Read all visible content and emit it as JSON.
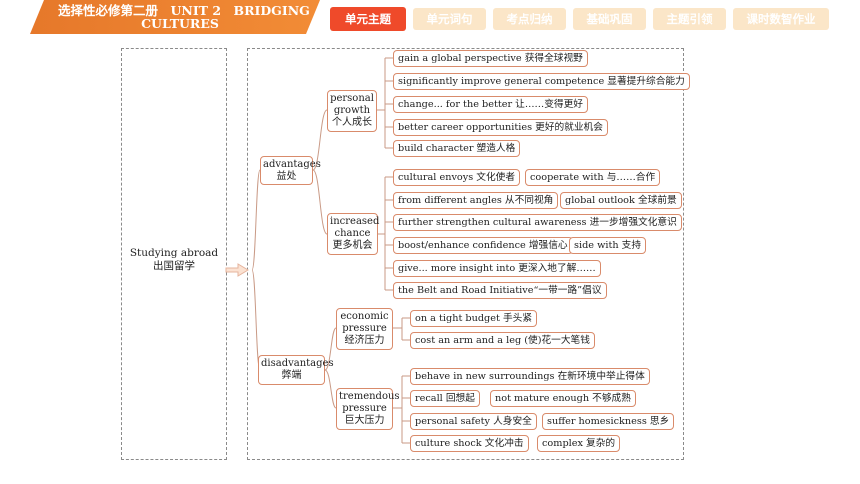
{
  "header": {
    "title_line1": "选择性必修第二册　UNIT 2　BRIDGING",
    "title_line2": "CULTURES",
    "tabs": [
      "单元主题",
      "单元词句",
      "考点归纳",
      "基础巩固",
      "主题引领",
      "课时数智作业"
    ],
    "active_tab": "单元主题"
  },
  "colors": {
    "accent": "#ef4a2a",
    "title_bg": "#f28c36",
    "tab_bg": "#fbe6c8",
    "node_border": "#d98b6b"
  },
  "root": {
    "en": "Studying abroad",
    "zh": "出国留学"
  },
  "advantages": {
    "label_en": "advantages",
    "label_zh": "益处",
    "personal": {
      "label_en1": "personal",
      "label_en2": "growth",
      "label_zh": "个人成长",
      "items": [
        "gain a global perspective 获得全球视野",
        "significantly improve general competence 显著提升综合能力",
        "change... for the better 让……变得更好",
        "better career opportunities 更好的就业机会",
        "build character 塑造人格"
      ]
    },
    "chance": {
      "label_en1": "increased",
      "label_en2": "chance",
      "label_zh": "更多机会",
      "items": [
        "cultural envoys 文化使者",
        "cooperate with 与……合作",
        "from different angles 从不同视角",
        "global outlook 全球前景",
        "further strengthen cultural awareness 进一步增强文化意识",
        "boost/enhance confidence 增强信心",
        "side with 支持",
        "give... more insight into 更深入地了解……",
        "the Belt and Road Initiative“一带一路”倡议"
      ]
    }
  },
  "disadvantages": {
    "label_en": "disadvantages",
    "label_zh": "弊端",
    "economic": {
      "label_en1": "economic",
      "label_en2": "pressure",
      "label_zh": "经济压力",
      "items": [
        "on a tight budget 手头紧",
        "cost an arm and a leg (使)花一大笔钱"
      ]
    },
    "tremendous": {
      "label_en1": "tremendous",
      "label_en2": "pressure",
      "label_zh": "巨大压力",
      "items": [
        "behave in new surroundings 在新环境中举止得体",
        "recall 回想起",
        "not mature enough 不够成熟",
        "personal safety 人身安全",
        "suffer homesickness 思乡",
        "culture shock 文化冲击",
        "complex 复杂的"
      ]
    }
  }
}
